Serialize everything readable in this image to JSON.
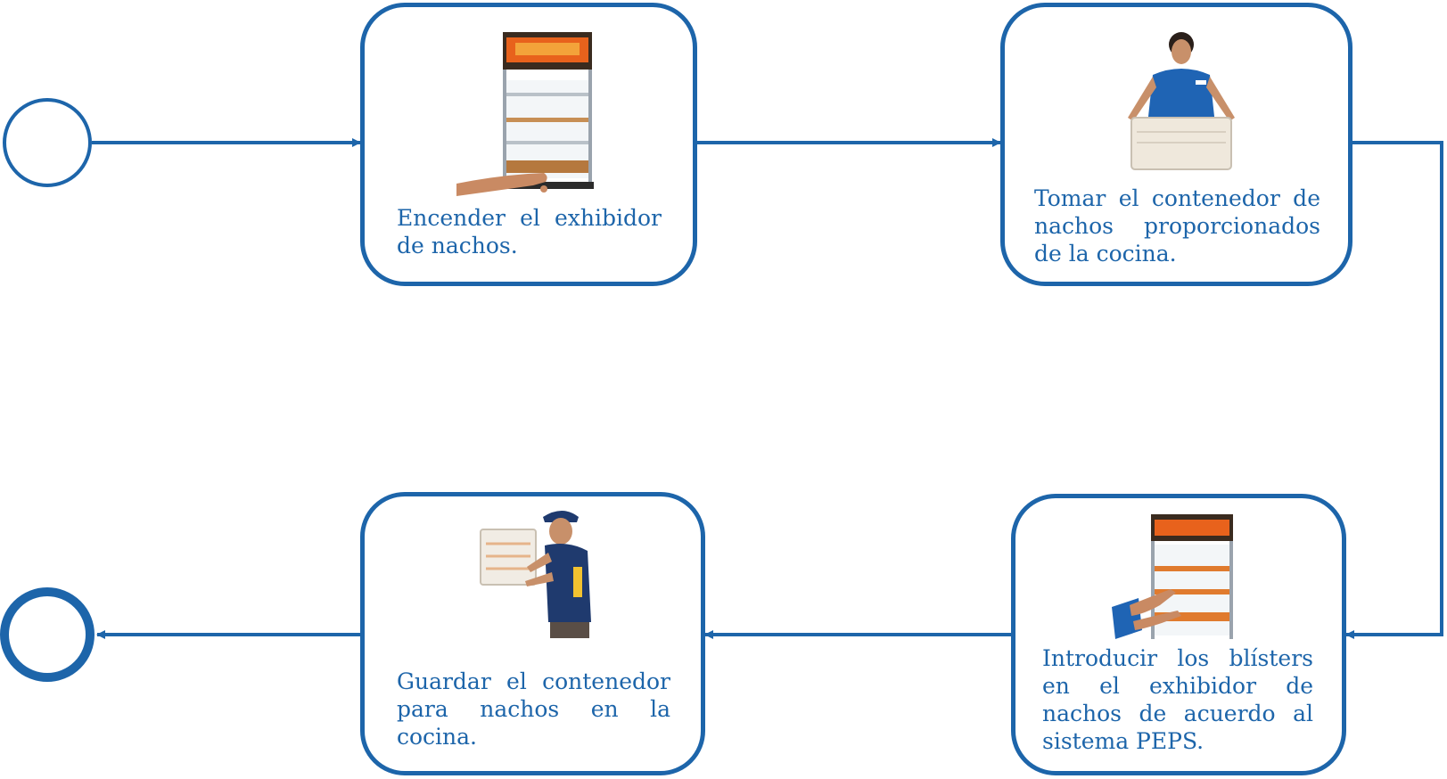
{
  "colors": {
    "stroke": "#1d65aa",
    "text": "#1d65aa",
    "background": "#ffffff"
  },
  "flow": {
    "start_event": {
      "icon": "start-event-circle"
    },
    "end_event": {
      "icon": "end-event-circle"
    },
    "steps": [
      {
        "id": "step-1",
        "label": "Encender el exhibidor de nachos.",
        "icon": "nacho-display-warmer-icon"
      },
      {
        "id": "step-2",
        "label": "Tomar el contenedor de nachos proporcionados de la cocina.",
        "icon": "person-holding-container-icon"
      },
      {
        "id": "step-3",
        "label": "Introducir los blísters en el exhibidor de nachos de acuerdo al sistema PEPS.",
        "icon": "loading-display-warmer-icon"
      },
      {
        "id": "step-4",
        "label": "Guardar el contenedor para nachos en la cocina.",
        "icon": "person-storing-container-icon"
      }
    ]
  }
}
